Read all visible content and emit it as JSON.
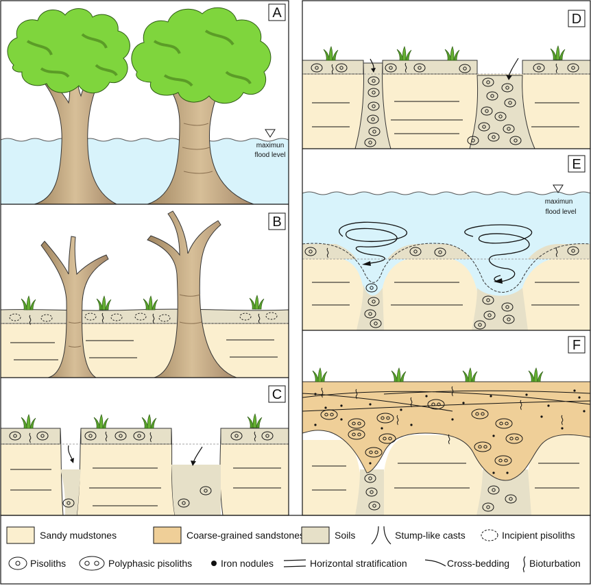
{
  "panels": {
    "A": {
      "label": "A",
      "note_line1": "maximun",
      "note_line2": "flood level"
    },
    "B": {
      "label": "B"
    },
    "C": {
      "label": "C"
    },
    "D": {
      "label": "D"
    },
    "E": {
      "label": "E",
      "note_line1": "maximun",
      "note_line2": "flood level"
    },
    "F": {
      "label": "F"
    }
  },
  "legend": {
    "row1": [
      "Sandy mudstones",
      "Coarse-grained sandstones",
      "Soils",
      "Stump-like casts",
      "Incipient pisoliths"
    ],
    "row2": [
      "Pisoliths",
      "Polyphasic pisoliths",
      "Iron nodules",
      "Horizontal stratification",
      "Cross-bedding",
      "Bioturbation"
    ]
  },
  "colors": {
    "sandy_mudstone": "#fbefcf",
    "coarse_sandstone": "#efcf98",
    "soil": "#e6e0c8",
    "water": "#d8f3fb",
    "trunk": "#cdb28b",
    "canopy": "#7fd53d",
    "canopy_dark": "#5b9c27",
    "grass": "#57a12a"
  }
}
